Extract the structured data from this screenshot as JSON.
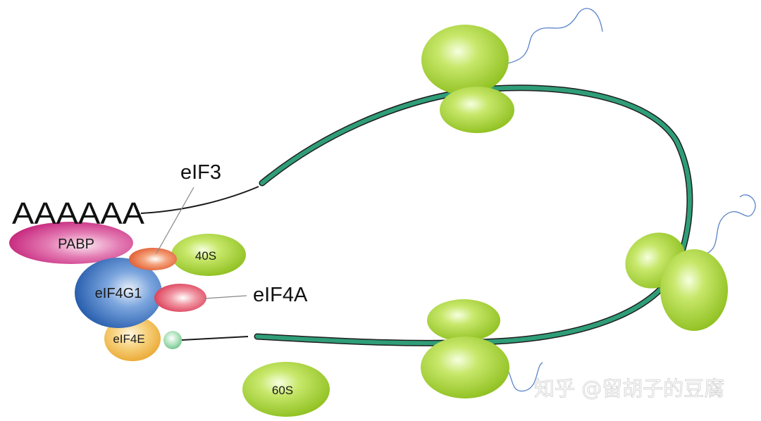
{
  "labels": {
    "polya": "AAAAAA",
    "pabp": "PABP",
    "eif3": "eIF3",
    "s40": "40S",
    "eif4g1": "eIF4G1",
    "eif4a": "eIF4A",
    "eif4e": "eIF4E",
    "s60": "60S"
  },
  "watermark": "知乎 @留胡子的豆腐",
  "colors": {
    "mrna": "#2f9e78",
    "ribosome": "#9acb2c",
    "pabp": "#d6338d",
    "eif4g1": "#2f6fc0",
    "eif4e": "#f2b84a",
    "eif4a": "#e0465f",
    "eif3": "#e8683a",
    "cap": "#7fcf9a",
    "peptide": "#5a84c8"
  }
}
